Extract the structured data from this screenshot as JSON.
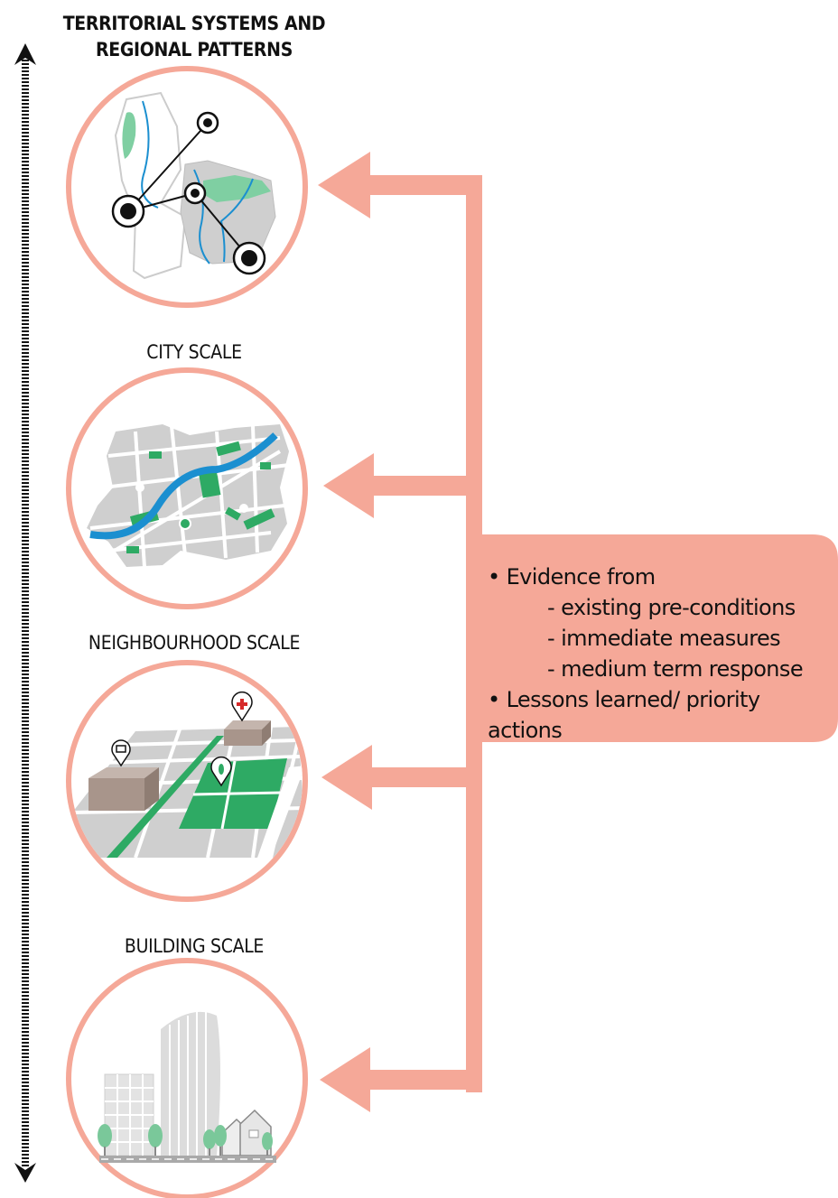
{
  "scales": [
    {
      "title_line1": "TERRITORIAL  SYSTEMS AND",
      "title_line2": "REGIONAL PATTERNS"
    },
    {
      "title": "CITY SCALE"
    },
    {
      "title": "NEIGHBOURHOOD SCALE"
    },
    {
      "title": "BUILDING SCALE"
    }
  ],
  "evidence_box": {
    "item1": "• Evidence from",
    "sub1": "- existing pre-conditions",
    "sub2": "- immediate measures",
    "sub3": "- medium term response",
    "item2": "• Lessons learned/ priority actions"
  },
  "colors": {
    "salmon": "#f5a898",
    "green": "#2eaa64",
    "blue": "#1b8fd0",
    "grey": "#cfcfcf",
    "brown": "#a8958b"
  }
}
